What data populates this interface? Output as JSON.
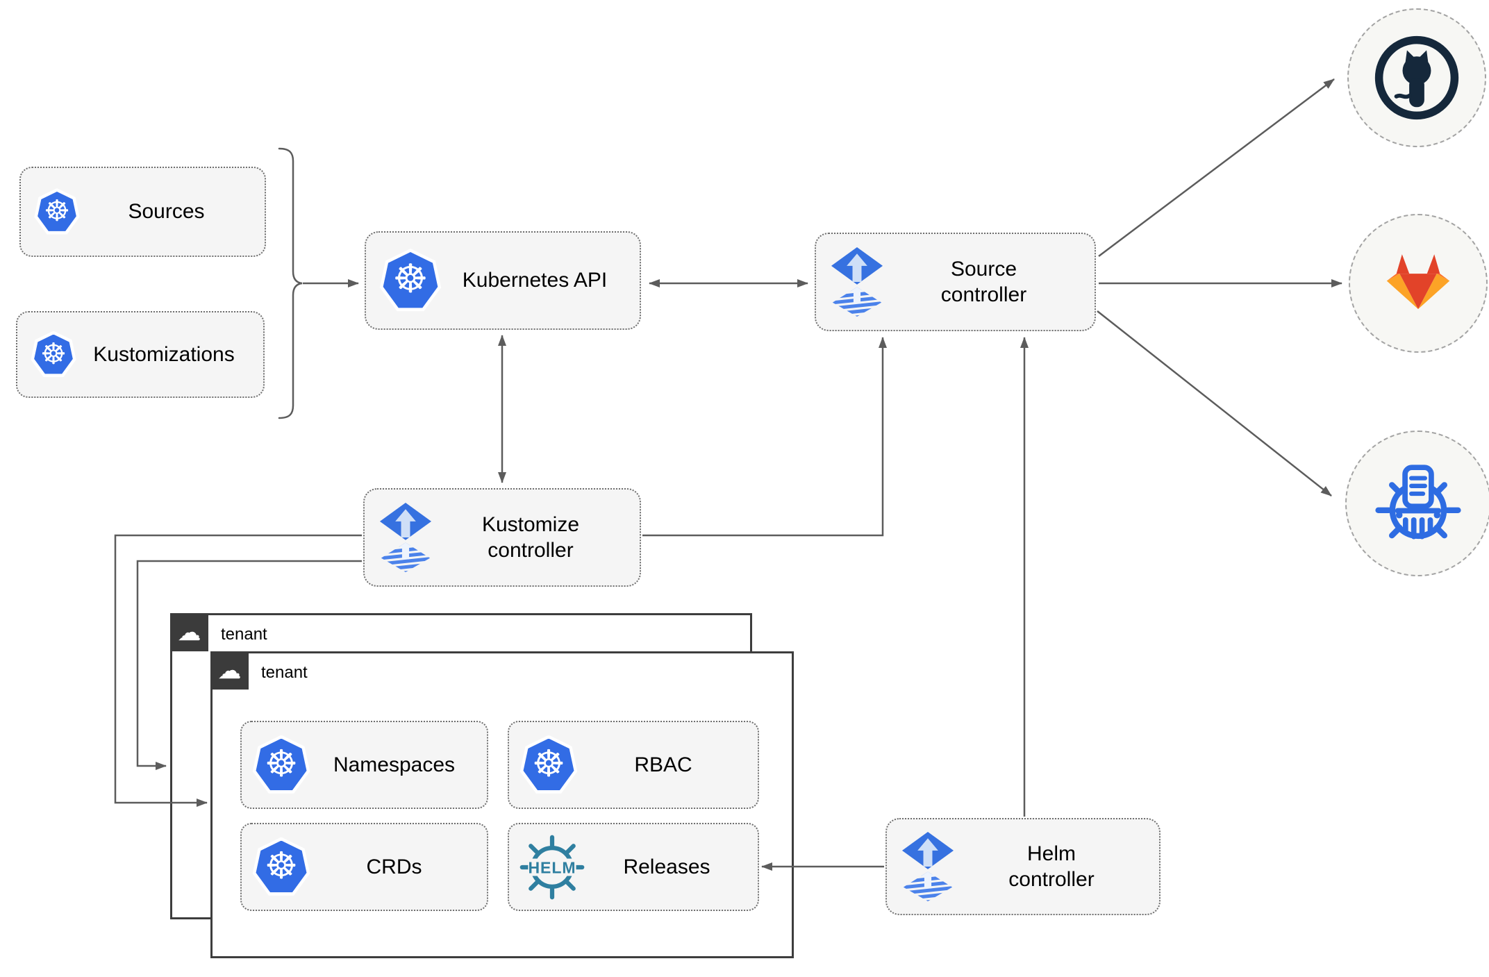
{
  "nodes": {
    "sources": {
      "label": "Sources"
    },
    "kustomizations": {
      "label": "Kustomizations"
    },
    "kubernetes_api": {
      "label": "Kubernetes API"
    },
    "source_controller": {
      "label": "Source controller"
    },
    "kustomize_controller": {
      "label": "Kustomize controller"
    },
    "helm_controller": {
      "label": "Helm controller"
    },
    "namespaces": {
      "label": "Namespaces"
    },
    "rbac": {
      "label": "RBAC"
    },
    "crds": {
      "label": "CRDs"
    },
    "releases": {
      "label": "Releases"
    }
  },
  "tenants": {
    "back": {
      "label": "tenant"
    },
    "front": {
      "label": "tenant"
    }
  },
  "glyphs": {
    "kubernetes": "☸",
    "cloud": "☁",
    "helm_logo": "HELM"
  },
  "icons": {
    "left_boxes": "kubernetes-icon",
    "controllers": "flux-icon",
    "releases": "helm-icon",
    "providers": [
      "github-icon",
      "gitlab-icon",
      "container-registry-icon"
    ]
  },
  "colors": {
    "kubernetes_blue": "#326ce5",
    "flux_blue": "#3671e0",
    "flux_stripe": "#4b82ea",
    "flux_arrow_light": "#cfdff7",
    "helm_teal": "#2f7fa0",
    "github_dark": "#15283b",
    "gitlab_red": "#e24329",
    "gitlab_orange": "#fc6d26",
    "gitlab_light_orange": "#fca326",
    "registry_blue": "#2e6ce2",
    "box_fill": "#f5f5f5",
    "line_gray": "#5c5c5c",
    "tenant_border": "#3d3d3d",
    "badge_bg": "#3b3b3b",
    "circle_fill": "#f7f7f4",
    "circle_border": "#a3a3a3",
    "label_color": "#000000"
  }
}
